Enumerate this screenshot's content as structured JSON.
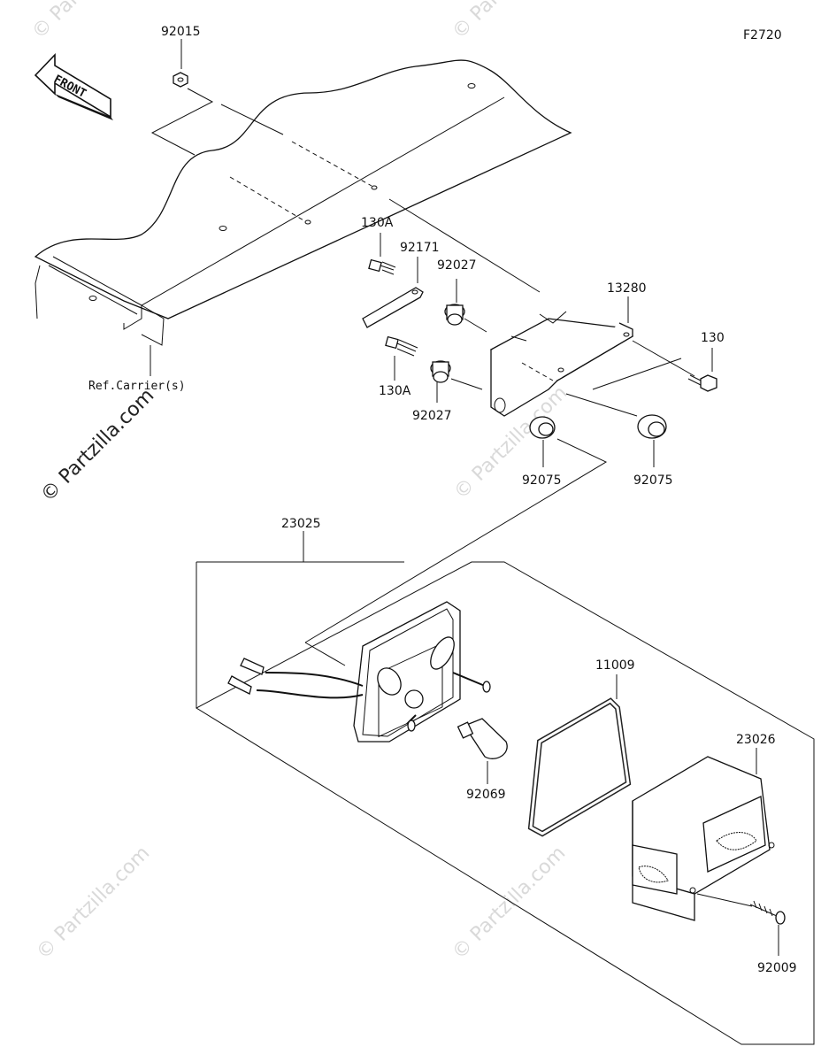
{
  "figure_code": "F2720",
  "front_arrow_label": "FRONT",
  "reference_label": "Ref.Carrier(s)",
  "watermark": "© Partzilla.com",
  "watermark_faint": "© Partzilla.com",
  "parts": {
    "p92015": "92015",
    "p130A_top": "130A",
    "p92171": "92171",
    "p92027_top": "92027",
    "p13280": "13280",
    "p130": "130",
    "p130A_bottom": "130A",
    "p92027_bottom": "92027",
    "p92075_left": "92075",
    "p92075_right": "92075",
    "p23025": "23025",
    "p11009": "11009",
    "p23026": "23026",
    "p92069": "92069",
    "p92009": "92009"
  }
}
